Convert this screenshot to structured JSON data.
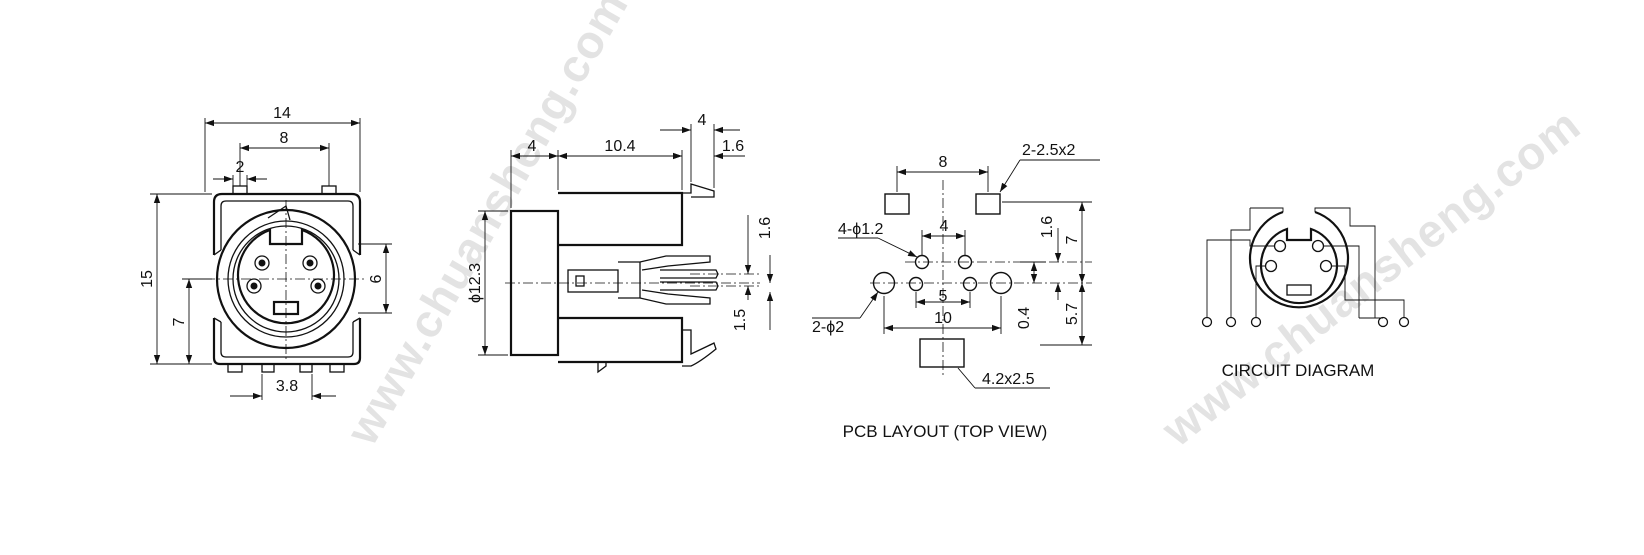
{
  "watermark": {
    "text": "www.chuansheng.com",
    "color": "#e3e3e3"
  },
  "front_view": {
    "dim_width": "14",
    "dim_pin_pitch": "8",
    "dim_top_pin": "2",
    "dim_height": "15",
    "dim_center_height": "7",
    "dim_side_pins": "6",
    "dim_bottom_pin": "3.8"
  },
  "side_view": {
    "dim_front": "4",
    "dim_body": "10.4",
    "dim_top_tab": "4",
    "dim_tab_end": "1.6",
    "dim_diameter": "ϕ12.3",
    "dim_upper_pin": "1.6",
    "dim_lower_pin": "1.5"
  },
  "pcb_layout": {
    "caption": "PCB LAYOUT (TOP VIEW)",
    "dim_pad_pitch": "8",
    "dim_slot_pads": "2-2.5x2",
    "dim_holes": "4-ϕ1.2",
    "dim_upper_hole_pitch": "4",
    "dim_right_upper": "1.6",
    "dim_right_total_upper": "7",
    "dim_lower_hole_pitch": "5",
    "dim_locating_holes": "2-ϕ2",
    "dim_lower_span": "10",
    "dim_right_lower": "0.4",
    "dim_right_total_lower": "5.7",
    "dim_bottom_pad": "4.2x2.5"
  },
  "circuit": {
    "caption": "CIRCUIT DIAGRAM"
  }
}
